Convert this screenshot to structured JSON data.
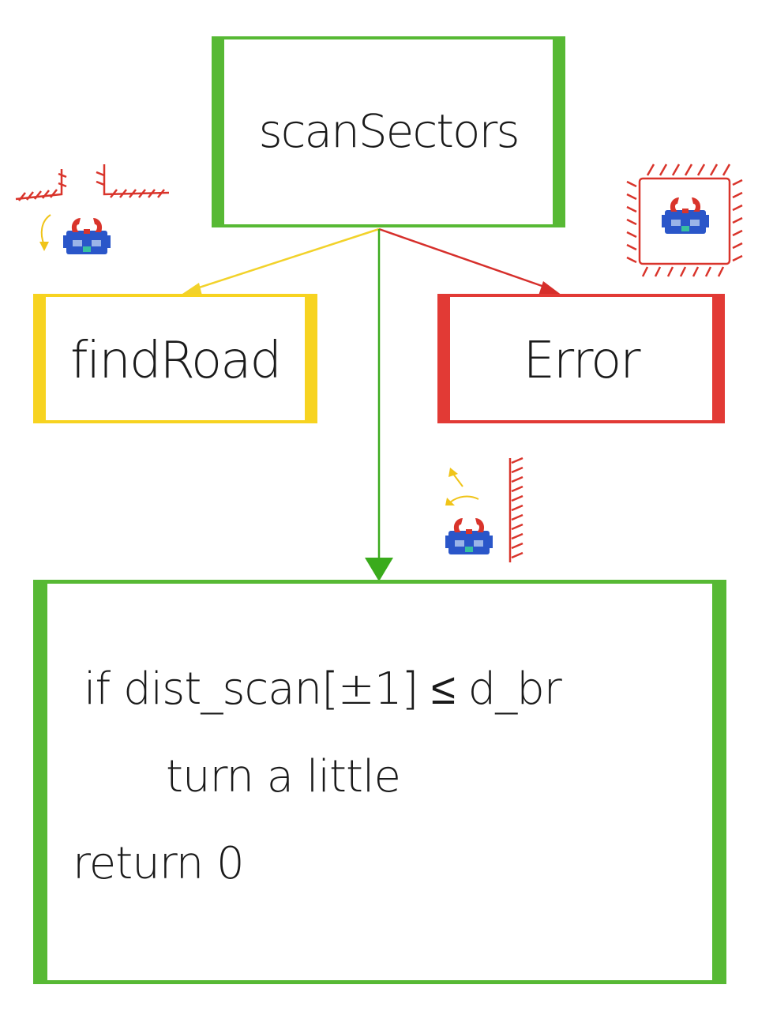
{
  "nodes": {
    "scan": {
      "label": "scanSectors",
      "color": "#57b934"
    },
    "find": {
      "label": "findRoad",
      "color": "#f7d320"
    },
    "error": {
      "label": "Error",
      "color": "#e23a35"
    },
    "code": {
      "lines": [
        "if dist_scan[±1] ≤ d_br",
        "turn a little",
        "return 0"
      ],
      "color": "#57b934"
    }
  },
  "edges": [
    {
      "from": "scan",
      "to": "find",
      "color": "#f2d22a"
    },
    {
      "from": "scan",
      "to": "error",
      "color": "#d62f2b"
    },
    {
      "from": "scan",
      "to": "code",
      "color": "#3aab1c"
    }
  ],
  "illustrations": {
    "robot_body_color": "#2a56c9",
    "robot_claw_color": "#d9342b",
    "wall_color": "#d9342b",
    "motion_arrow_color": "#f0c419"
  }
}
